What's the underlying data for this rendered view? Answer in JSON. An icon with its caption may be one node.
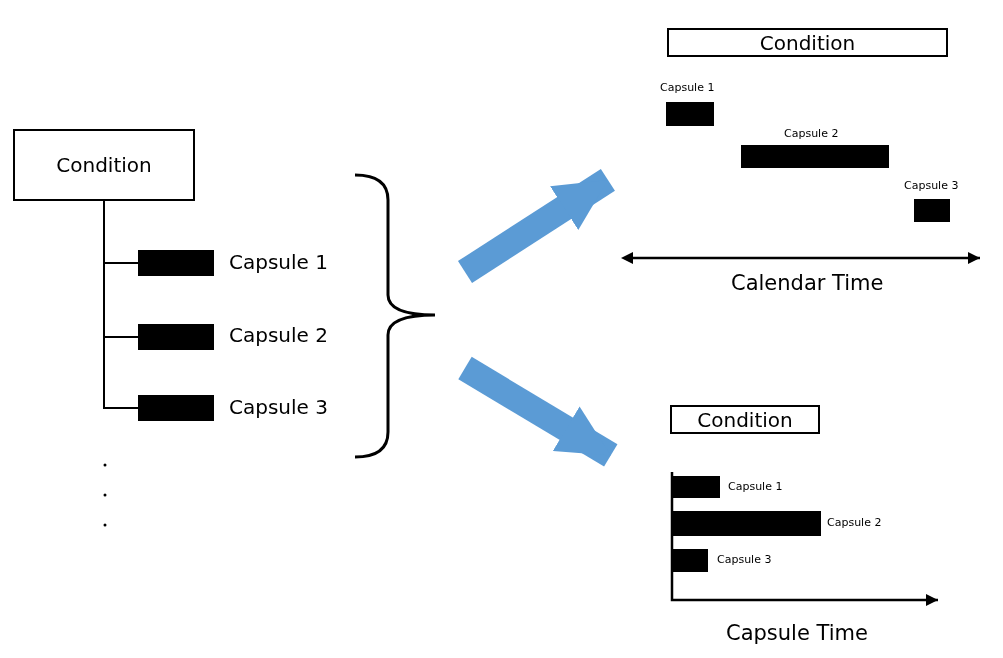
{
  "diagram": {
    "nodes": [
      {
        "text": [
          "Condition"
        ]
      },
      {
        "text": [],
        "shape": "bar",
        "beside": [
          "Capsule 1"
        ]
      },
      {
        "text": [],
        "shape": "bar",
        "beside": [
          "Capsule 2"
        ]
      },
      {
        "text": [],
        "shape": "bar",
        "beside": [
          "Capsule 3"
        ]
      },
      {
        "text": [
          "Condition"
        ]
      },
      {
        "text": [],
        "shape": "bar",
        "beside": [
          "Capsule 1"
        ]
      },
      {
        "text": [],
        "shape": "bar",
        "beside": [
          "Capsule 2"
        ]
      },
      {
        "text": [],
        "shape": "bar",
        "beside": [
          "Capsule 3"
        ]
      },
      {
        "text": [
          "Condition"
        ]
      },
      {
        "text": [],
        "shape": "bar",
        "beside": [
          "Capsule 1"
        ]
      },
      {
        "text": [],
        "shape": "bar",
        "beside": [
          "Capsule 2"
        ]
      },
      {
        "text": [],
        "shape": "bar",
        "beside": [
          "Capsule 3"
        ]
      }
    ],
    "edges": [
      {
        "from": 0,
        "to": 1,
        "arrow": "none"
      },
      {
        "from": 0,
        "to": 2,
        "arrow": "none"
      },
      {
        "from": 0,
        "to": 3,
        "arrow": "none"
      },
      {
        "from": null,
        "to": 4,
        "arrow": "to",
        "style": "thick",
        "color": "#5b9bd5"
      },
      {
        "from": null,
        "to": 8,
        "arrow": "to",
        "style": "thick",
        "color": "#5b9bd5"
      }
    ],
    "labels": [
      "Calendar Time",
      "Capsule Time"
    ]
  }
}
